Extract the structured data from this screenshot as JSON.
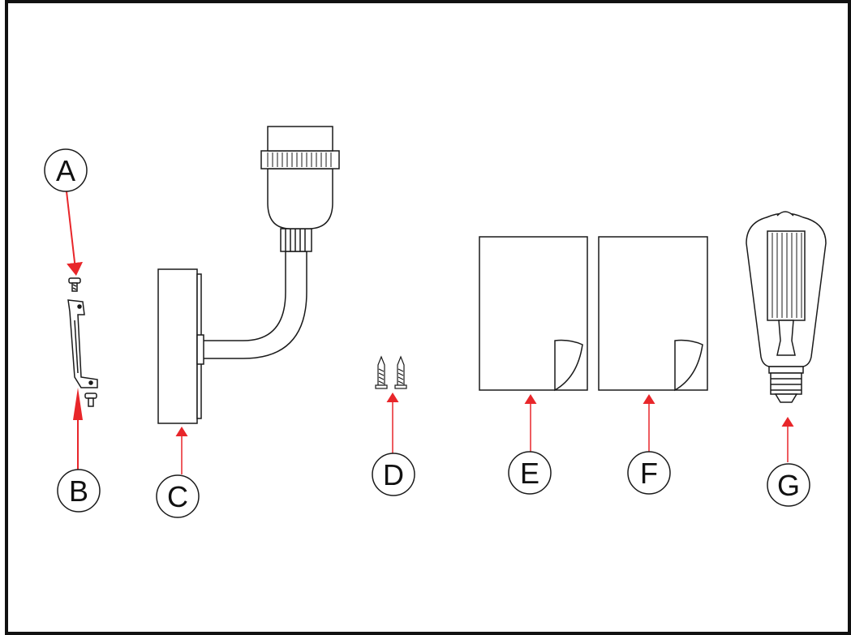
{
  "diagram": {
    "parts": [
      {
        "id": "A",
        "label": "A"
      },
      {
        "id": "B",
        "label": "B"
      },
      {
        "id": "C",
        "label": "C"
      },
      {
        "id": "D",
        "label": "D"
      },
      {
        "id": "E",
        "label": "E"
      },
      {
        "id": "F",
        "label": "F"
      },
      {
        "id": "G",
        "label": "G"
      }
    ],
    "colors": {
      "line": "#1a1a1a",
      "arrow": "#e8262a",
      "background": "#ffffff",
      "border": "#111111"
    }
  }
}
